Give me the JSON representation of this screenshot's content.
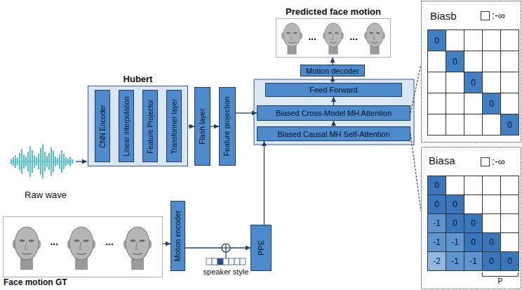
{
  "diagram": {
    "nodes": [
      {
        "text": [
          "Predicted face motion"
        ]
      },
      {
        "text": [
          "Motion decoder"
        ]
      },
      {
        "text": [
          "Feed Forward"
        ]
      },
      {
        "text": [
          "Biased Cross-Model MH Attention"
        ]
      },
      {
        "text": [
          "Biased Causal MH Self-Attention"
        ]
      },
      {
        "text": [
          "Biasb"
        ]
      },
      {
        "text": [
          "Biasa"
        ]
      },
      {
        "text": [
          "Hubert"
        ]
      },
      {
        "text": [
          "CNN Encoder"
        ],
        "in": 7
      },
      {
        "text": [
          "Linear interpolation"
        ],
        "in": 7
      },
      {
        "text": [
          "Feature Projector"
        ],
        "in": 7
      },
      {
        "text": [
          "Transformer layer"
        ],
        "in": 7
      },
      {
        "text": [
          "Flash layer"
        ]
      },
      {
        "text": [
          "Feature projection"
        ]
      },
      {
        "text": [
          "Face motion GT"
        ]
      },
      {
        "text": [
          "Motion encoder"
        ]
      },
      {
        "text": [
          "PPE"
        ]
      }
    ],
    "edges": [
      {
        "from": 7,
        "to": 12,
        "arrow": "to"
      },
      {
        "from": 12,
        "to": 13,
        "arrow": "to"
      },
      {
        "from": 13,
        "to": 3,
        "arrow": "to"
      },
      {
        "from": 4,
        "to": 3,
        "arrow": "to"
      },
      {
        "from": 3,
        "to": 2,
        "arrow": "to"
      },
      {
        "from": 2,
        "to": 1,
        "arrow": "to"
      },
      {
        "from": 1,
        "to": 0,
        "arrow": "to"
      },
      {
        "from": 14,
        "to": 15,
        "arrow": "to"
      },
      {
        "from": 15,
        "to": 16,
        "arrow": "to"
      },
      {
        "from": 16,
        "to": 4,
        "arrow": "to"
      },
      {
        "from": 3,
        "to": 5,
        "arrow": "none"
      },
      {
        "from": 4,
        "to": 6,
        "arrow": "none"
      }
    ],
    "labels": [
      "...",
      "...",
      "Raw wave",
      "...",
      "...",
      "speaker style",
      "0",
      "0",
      "0",
      "0",
      "0",
      "0",
      "0",
      "0",
      "-1",
      "0",
      "0",
      "-1",
      "-1",
      "0",
      "0",
      "-2",
      "-1",
      "-1",
      "0",
      "0",
      "P"
    ],
    "legend": [
      {
        "text": ":-∞",
        "color": "#ffffff"
      },
      {
        "text": ":-∞",
        "color": "#ffffff"
      }
    ]
  }
}
